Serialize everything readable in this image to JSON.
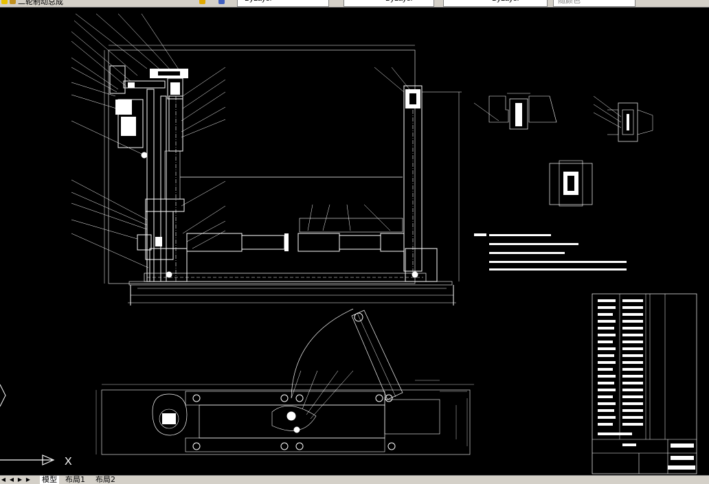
{
  "toolbar": {
    "file_label": "二轮制动总成",
    "layer_label": "ByLayer",
    "linetype_label": "ByLayer",
    "lineweight_label": "ByLayer",
    "color_label": "随颜色"
  },
  "ucs": {
    "x_label": "X"
  },
  "tabs": {
    "model": "模型",
    "layout1": "布局1",
    "layout2": "布局2"
  },
  "colors": {
    "background": "#000000",
    "lines": "#ffffff",
    "ui": "#d4d0c8"
  }
}
